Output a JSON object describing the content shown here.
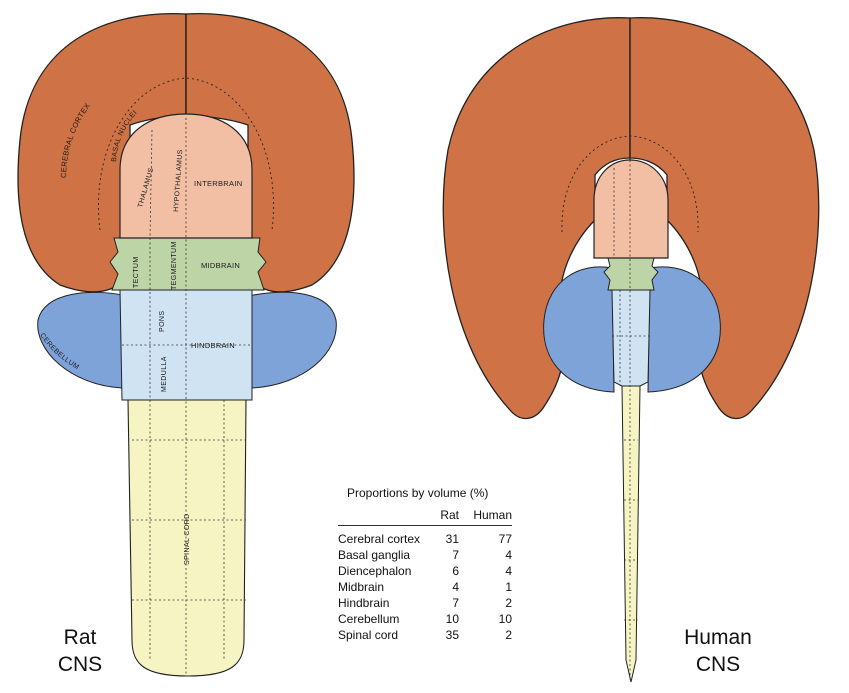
{
  "rat": {
    "caption_line1": "Rat",
    "caption_line2": "CNS",
    "labels": {
      "cerebral_cortex": "CEREBRAL CORTEX",
      "basal_nuclei": "BASAL NUCLEI",
      "thalamus": "THALAMUS",
      "hypothalamus": "HYPOTHALAMUS",
      "interbrain": "INTERBRAIN",
      "tectum": "TECTUM",
      "tegmentum": "TEGMENTUM",
      "midbrain": "MIDBRAIN",
      "pons": "PONS",
      "hindbrain": "HINDBRAIN",
      "cerebellum": "CEREBELLUM",
      "medulla": "MEDULLA",
      "spinal_cord": "SPINAL CORD"
    }
  },
  "human": {
    "caption_line1": "Human",
    "caption_line2": "CNS"
  },
  "colors": {
    "cortex": "#cf7346",
    "interbrain": "#f2bfa5",
    "midbrain": "#bcd4a6",
    "cerebellum": "#7ea3d9",
    "hindbrain": "#cfe3f3",
    "spinal_cord": "#f6f4c2"
  },
  "table": {
    "title": "Proportions by volume (%)",
    "headers": [
      "",
      "Rat",
      "Human"
    ],
    "rows": [
      {
        "region": "Cerebral cortex",
        "rat": "31",
        "human": "77"
      },
      {
        "region": "Basal ganglia",
        "rat": "7",
        "human": "4"
      },
      {
        "region": "Diencephalon",
        "rat": "6",
        "human": "4"
      },
      {
        "region": "Midbrain",
        "rat": "4",
        "human": "1"
      },
      {
        "region": "Hindbrain",
        "rat": "7",
        "human": "2"
      },
      {
        "region": "Cerebellum",
        "rat": "10",
        "human": "10"
      },
      {
        "region": "Spinal cord",
        "rat": "35",
        "human": "2"
      }
    ]
  }
}
